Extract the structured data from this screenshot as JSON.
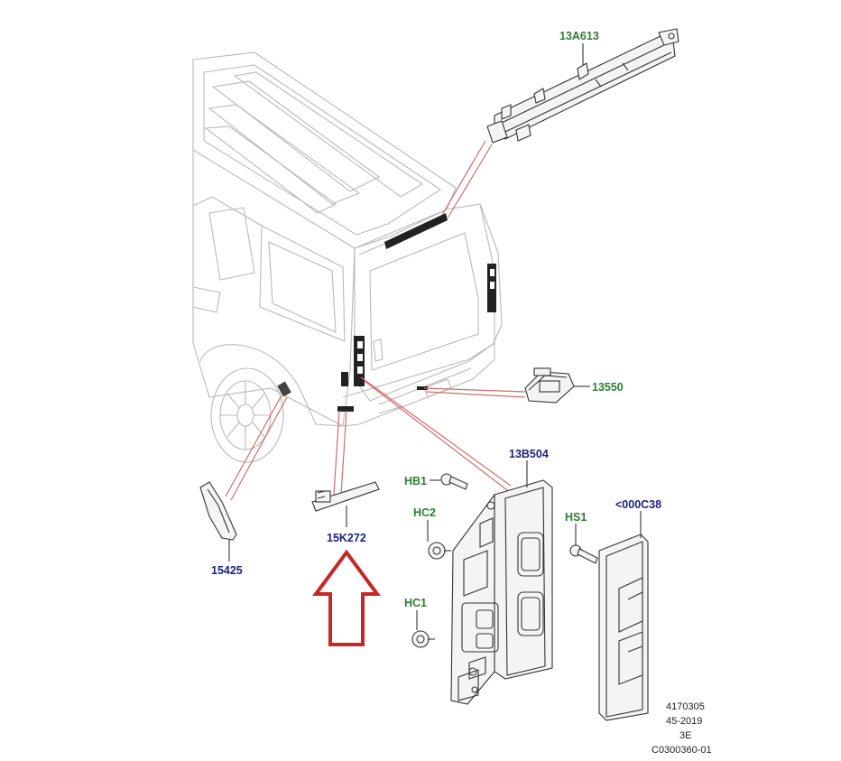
{
  "colors": {
    "green_label": "#2e7d32",
    "blue_label": "#1a237e",
    "callout_line": "#d46b6b",
    "arrow": "#c62828",
    "vehicle_outline": "#b9b9b9"
  },
  "labels": {
    "center_high_mount_stop_lamp": "13A613",
    "license_plate_lamp": "13550",
    "tail_lamp_assembly": "13B504",
    "bolt_hb1": "HB1",
    "clip_hc2": "HC2",
    "clip_hc1": "HC1",
    "screw_hs1": "HS1",
    "tail_lamp_cover": "<000C38",
    "side_marker_lamp": "15425",
    "rear_reflector": "15K272"
  },
  "reference": {
    "line1": "4170305",
    "line2": "45-2019",
    "line3": "3E",
    "line4": "C0300360-01"
  },
  "highlight_arrow_icon": "up-arrow-outline-icon"
}
